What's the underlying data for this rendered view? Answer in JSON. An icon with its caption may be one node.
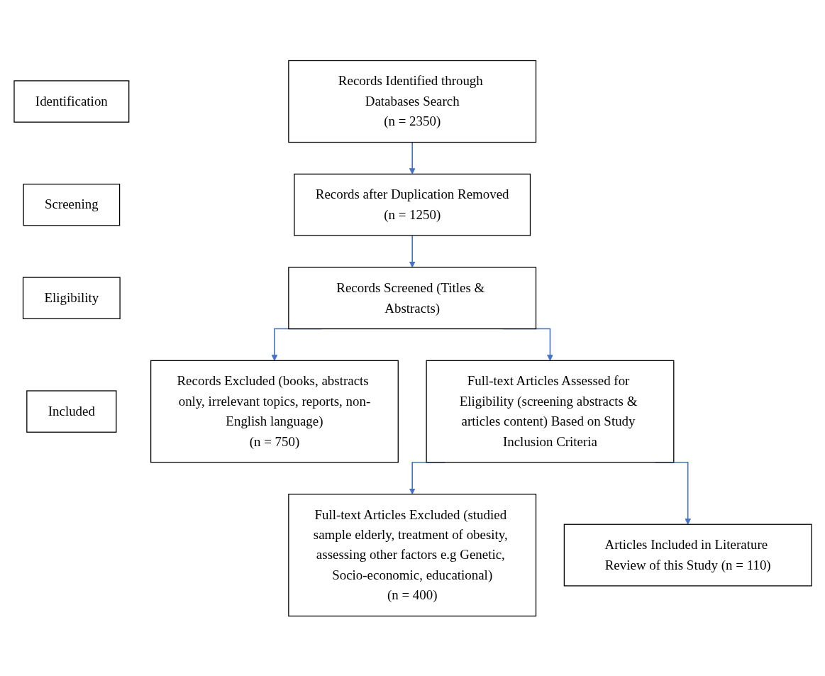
{
  "diagram": {
    "nodes": [
      {
        "text": [
          "Identification"
        ]
      },
      {
        "text": [
          "Screening"
        ]
      },
      {
        "text": [
          "Eligibility"
        ]
      },
      {
        "text": [
          "Included"
        ]
      },
      {
        "text": [
          "Records Identified through Databases Search",
          "(n = 2350)"
        ]
      },
      {
        "text": [
          "Records after Duplication Removed",
          "(n = 1250)"
        ]
      },
      {
        "text": [
          "Records Excluded (books, abstracts only, irrelevant topics, reports, non-English language)",
          "(n = 750)"
        ]
      },
      {
        "text": [
          "Records Screened (Titles & Abstracts)"
        ]
      },
      {
        "text": [
          "Full-text Articles Assessed for Eligibility (screening abstracts & articles content) Based on Study Inclusion Criteria"
        ]
      },
      {
        "text": [
          "Full-text Articles Excluded (studied sample elderly, treatment of obesity, assessing other factors e.g Genetic, Socio-economic, educational)",
          "(n = 400)"
        ]
      },
      {
        "text": [
          "Articles Included in Literature Review of this Study (n = 110)"
        ]
      }
    ],
    "edges": [
      {
        "from": 4,
        "to": 5,
        "arrow": "to"
      },
      {
        "from": 5,
        "to": 7,
        "arrow": "to"
      },
      {
        "from": 7,
        "to": 6,
        "arrow": "to"
      },
      {
        "from": 7,
        "to": 8,
        "arrow": "to"
      },
      {
        "from": 8,
        "to": 9,
        "arrow": "to"
      },
      {
        "from": 8,
        "to": 10,
        "arrow": "to"
      }
    ]
  }
}
